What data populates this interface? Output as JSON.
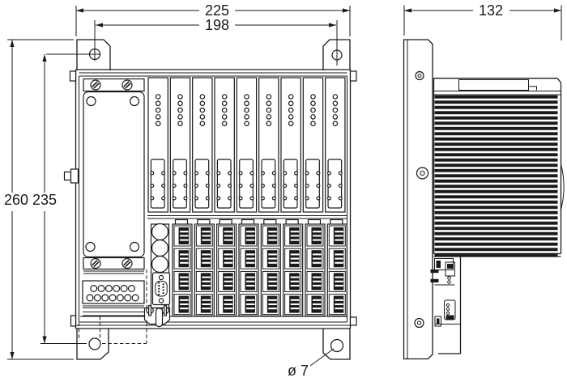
{
  "drawing": {
    "type": "technical-dimension-drawing",
    "views": [
      "front view with mounting tabs",
      "left side view with heatsink fins"
    ]
  },
  "labels": {
    "dim_width_overall": "225",
    "dim_hole_spacing_h": "198",
    "dim_height_overall": "260",
    "dim_hole_spacing_v": "235",
    "dim_depth": "132",
    "dim_hole_dia": "ø 7"
  },
  "counts": {
    "io_modules": 9,
    "leds_per_module": 5,
    "socket_pin_cols": 2,
    "socket_pin_rows": 3,
    "connector_columns": 8,
    "connector_rows": 4,
    "terminal_circles_top_row": 6,
    "terminal_circles_bottom_row": 7,
    "heatsink_fins": 31,
    "dsub_pins": 9
  },
  "colors": {
    "line": "#1a1a1a",
    "background": "#ffffff"
  }
}
